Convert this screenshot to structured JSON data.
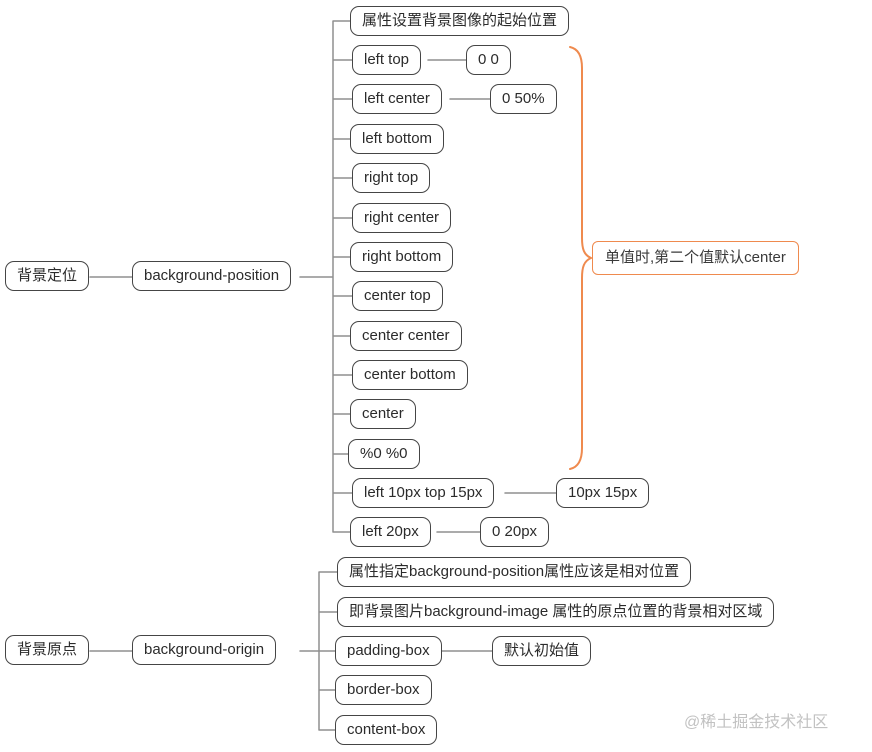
{
  "colors": {
    "accent_orange": "#ef8a4e",
    "node_border": "#454545",
    "connector_gray": "#8f8f8f"
  },
  "watermark": "@稀土掘金技术社区",
  "tree_position": {
    "root": "背景定位",
    "property": "background-position",
    "description": "属性设置背景图像的起始位置",
    "annotation": "单值时,第二个值默认center",
    "values": [
      {
        "label": "left top",
        "value": "0 0"
      },
      {
        "label": "left center",
        "value": "0 50%"
      },
      {
        "label": "left bottom",
        "value": ""
      },
      {
        "label": "right top",
        "value": ""
      },
      {
        "label": "right center",
        "value": ""
      },
      {
        "label": "right bottom",
        "value": ""
      },
      {
        "label": "center top",
        "value": ""
      },
      {
        "label": "center center",
        "value": ""
      },
      {
        "label": "center bottom",
        "value": ""
      },
      {
        "label": "center",
        "value": ""
      },
      {
        "label": "%0 %0",
        "value": ""
      },
      {
        "label": "left 10px top 15px",
        "value": "10px 15px"
      },
      {
        "label": "left 20px",
        "value": "0 20px"
      }
    ]
  },
  "tree_origin": {
    "root": "背景原点",
    "property": "background-origin",
    "descriptions": [
      "属性指定background-position属性应该是相对位置",
      "即背景图片background-image 属性的原点位置的背景相对区域"
    ],
    "values": [
      {
        "label": "padding-box",
        "value": "默认初始值"
      },
      {
        "label": "border-box",
        "value": ""
      },
      {
        "label": "content-box",
        "value": ""
      }
    ]
  }
}
